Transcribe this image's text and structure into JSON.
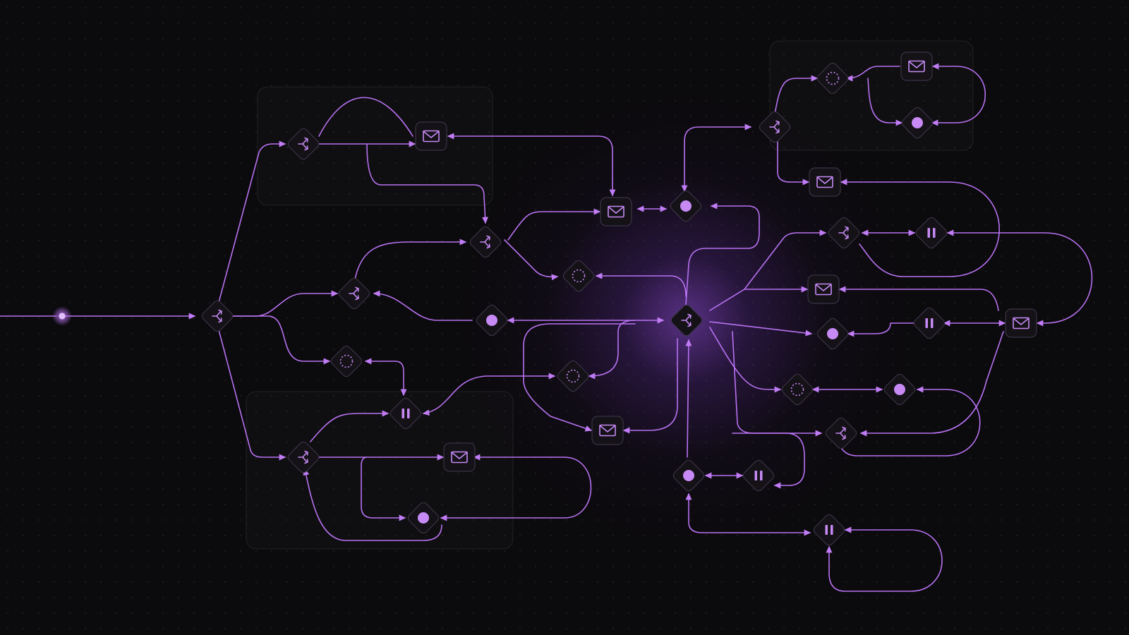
{
  "diagram": {
    "accent_color": "#b872f2",
    "background_color": "#0b0a0c",
    "groups": [
      "group-top-left",
      "group-bottom-left",
      "group-top-right"
    ],
    "nodes": [
      {
        "id": "start",
        "type": "dot"
      },
      {
        "id": "b1",
        "type": "branch"
      },
      {
        "id": "b2",
        "type": "branch"
      },
      {
        "id": "b3",
        "type": "branch"
      },
      {
        "id": "b4",
        "type": "branch"
      },
      {
        "id": "b5",
        "type": "branch"
      },
      {
        "id": "hub",
        "type": "branch"
      },
      {
        "id": "b6",
        "type": "branch"
      },
      {
        "id": "b7",
        "type": "branch"
      },
      {
        "id": "b8",
        "type": "branch"
      },
      {
        "id": "m1",
        "type": "mail"
      },
      {
        "id": "m2",
        "type": "mail"
      },
      {
        "id": "m3",
        "type": "mail"
      },
      {
        "id": "m4",
        "type": "mail"
      },
      {
        "id": "m5",
        "type": "mail"
      },
      {
        "id": "m6",
        "type": "mail"
      },
      {
        "id": "m7",
        "type": "mail"
      },
      {
        "id": "m8",
        "type": "mail"
      },
      {
        "id": "c1",
        "type": "record"
      },
      {
        "id": "c2",
        "type": "record"
      },
      {
        "id": "c3",
        "type": "record"
      },
      {
        "id": "c4",
        "type": "record"
      },
      {
        "id": "c5",
        "type": "record"
      },
      {
        "id": "c6",
        "type": "record"
      },
      {
        "id": "c7",
        "type": "record"
      },
      {
        "id": "w1",
        "type": "wait"
      },
      {
        "id": "w2",
        "type": "wait"
      },
      {
        "id": "w3",
        "type": "wait"
      },
      {
        "id": "w4",
        "type": "wait"
      },
      {
        "id": "w5",
        "type": "wait"
      },
      {
        "id": "p1",
        "type": "pause"
      },
      {
        "id": "p2",
        "type": "pause"
      },
      {
        "id": "p3",
        "type": "pause"
      },
      {
        "id": "p4",
        "type": "pause"
      },
      {
        "id": "p5",
        "type": "pause"
      }
    ]
  }
}
